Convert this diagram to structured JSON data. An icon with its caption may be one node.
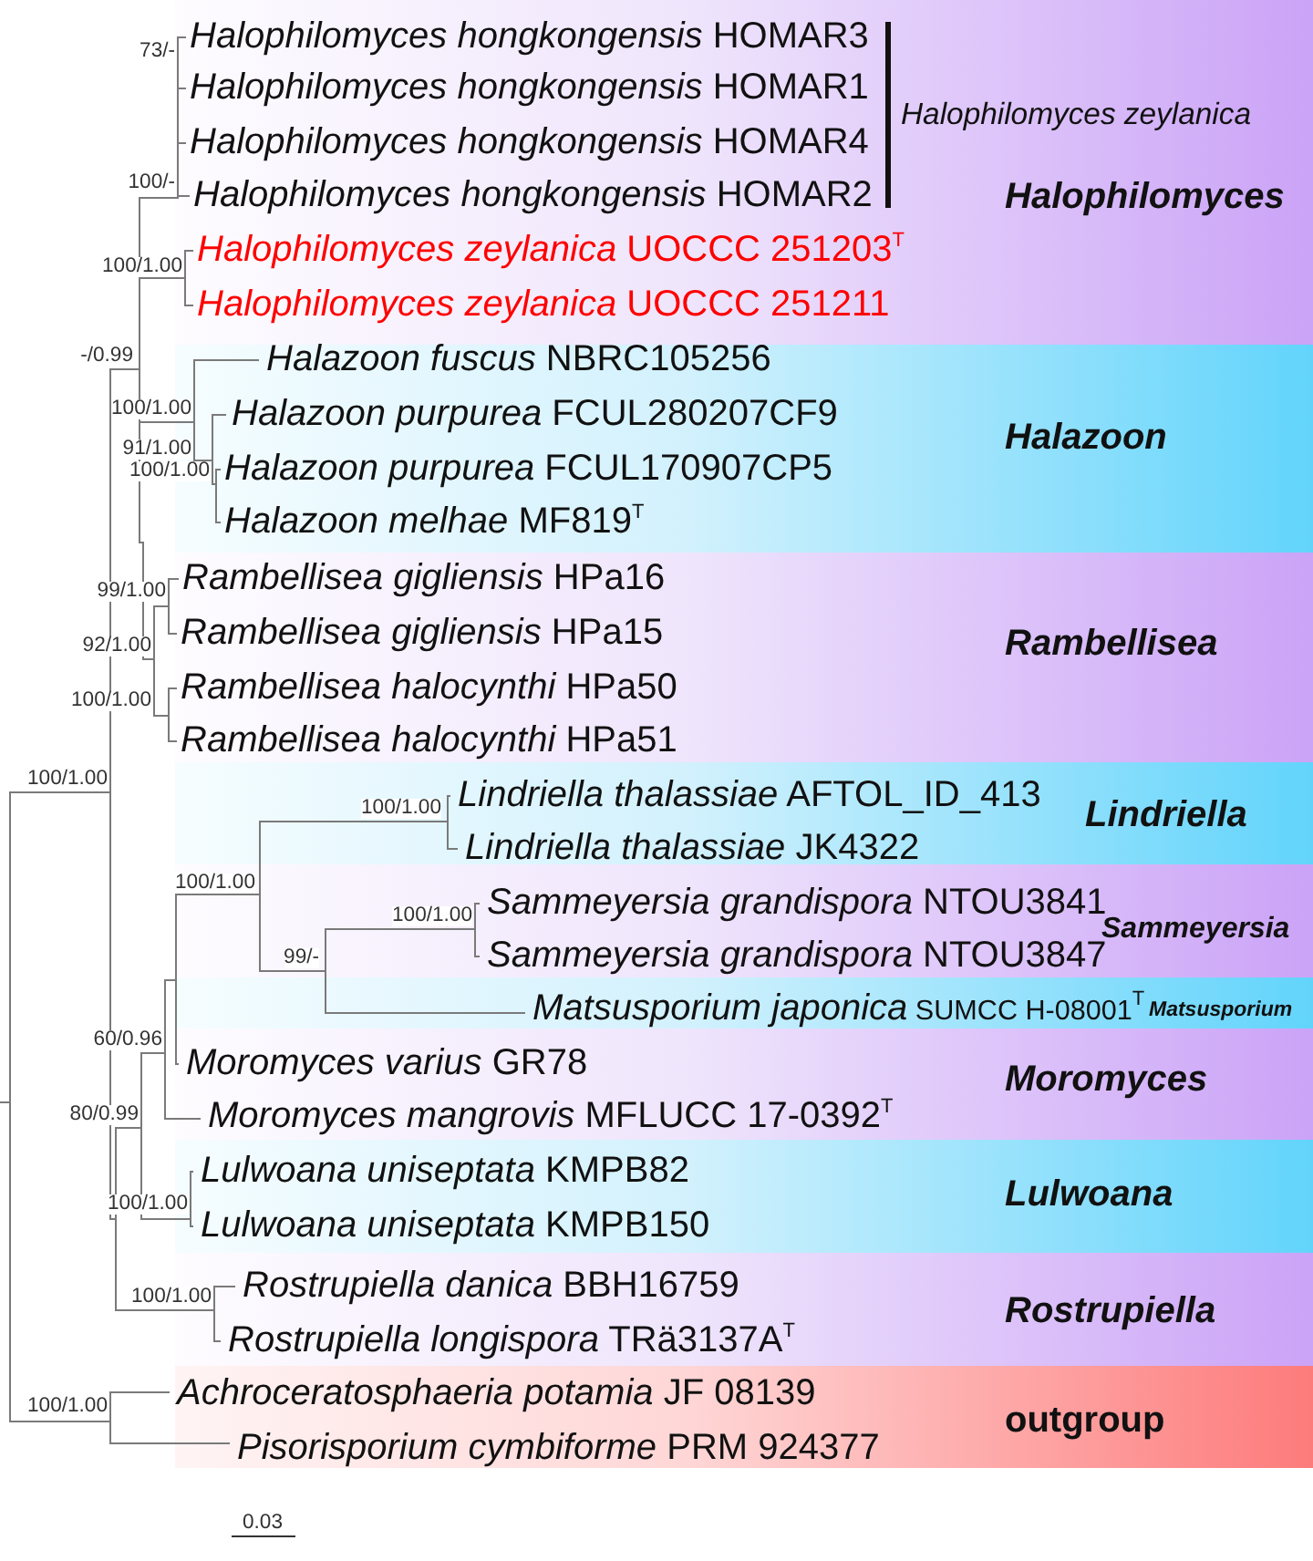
{
  "diagram": {
    "nodes": [
      {
        "text": [
          "Halophilomyces"
        ]
      },
      {
        "text": [
          "Halazoon"
        ]
      },
      {
        "text": [
          "Rambellisea"
        ]
      },
      {
        "text": [
          "Lindriella"
        ]
      },
      {
        "text": [
          "Sammeyersia"
        ]
      },
      {
        "text": [
          "Matsusporium"
        ]
      },
      {
        "text": [
          "Moromyces"
        ]
      },
      {
        "text": [
          "Lulwoana"
        ]
      },
      {
        "text": [
          "Rostrupiella"
        ]
      },
      {
        "text": [
          "outgroup"
        ]
      }
    ],
    "labels": [
      "*Halophilomyces hongkongensis* HOMAR3",
      "73/-",
      "*Halophilomyces hongkongensis* HOMAR1",
      "Halophilomyces zeylanica",
      "*Halophilomyces hongkongensis* HOMAR4",
      "100/-",
      "*Halophilomyces hongkongensis* HOMAR2",
      "*Halophilomyces zeylanica* UOCCC 251203$^{T}$",
      "100/1.00",
      "*Halophilomyces zeylanica* UOCCC 251211",
      "-/0.99",
      "*Halazoon fuscus* NBRC105256",
      "100/1.00",
      "*Halazoon purpurea* FCUL280207CF9",
      "91/1.00",
      "*Halazoon purpurea* FCUL170907CP5",
      "100/1.00",
      "*Halazoon melhae* MF819$^{T}$",
      "*Rambellisea gigliensis* HPa16",
      "99/1.00",
      "*Rambellisea gigliensis* HPa15",
      "92/1.00",
      "*Rambellisea halocynthi* HPa50",
      "100/1.00",
      "*Rambellisea halocynthi* HPa51",
      "100/1.00",
      "*Lindriella thalassiae* AFTOL_ID_413",
      "100/1.00",
      "*Lindriella thalassiae* JK4322",
      "100/1.00",
      "*Sammeyersia grandispora* NTOU3841",
      "100/1.00",
      "*Sammeyersia grandispora* NTOU3847",
      "99/-",
      "*Matsusporium japonica* SUMCC H-08001$^{T}$",
      "60/0.96",
      "*Moromyces varius* GR78",
      "*Moromyces mangrovis* MFLUCC 17-0392$^{T}$",
      "80/0.99",
      "*Lulwoana uniseptata* KMPB82",
      "100/1.00",
      "*Lulwoana uniseptata* KMPB150",
      "*Rostrupiella danica* BBH16759",
      "100/1.00",
      "*Rostrupiella longispora* TRä3137A$^{T}$",
      "*Achroceratosphaeria potamia* JF 08139",
      "100/1.00",
      "*Pisorisporium cymbiforme* PRM 924377",
      "0.03"
    ]
  }
}
